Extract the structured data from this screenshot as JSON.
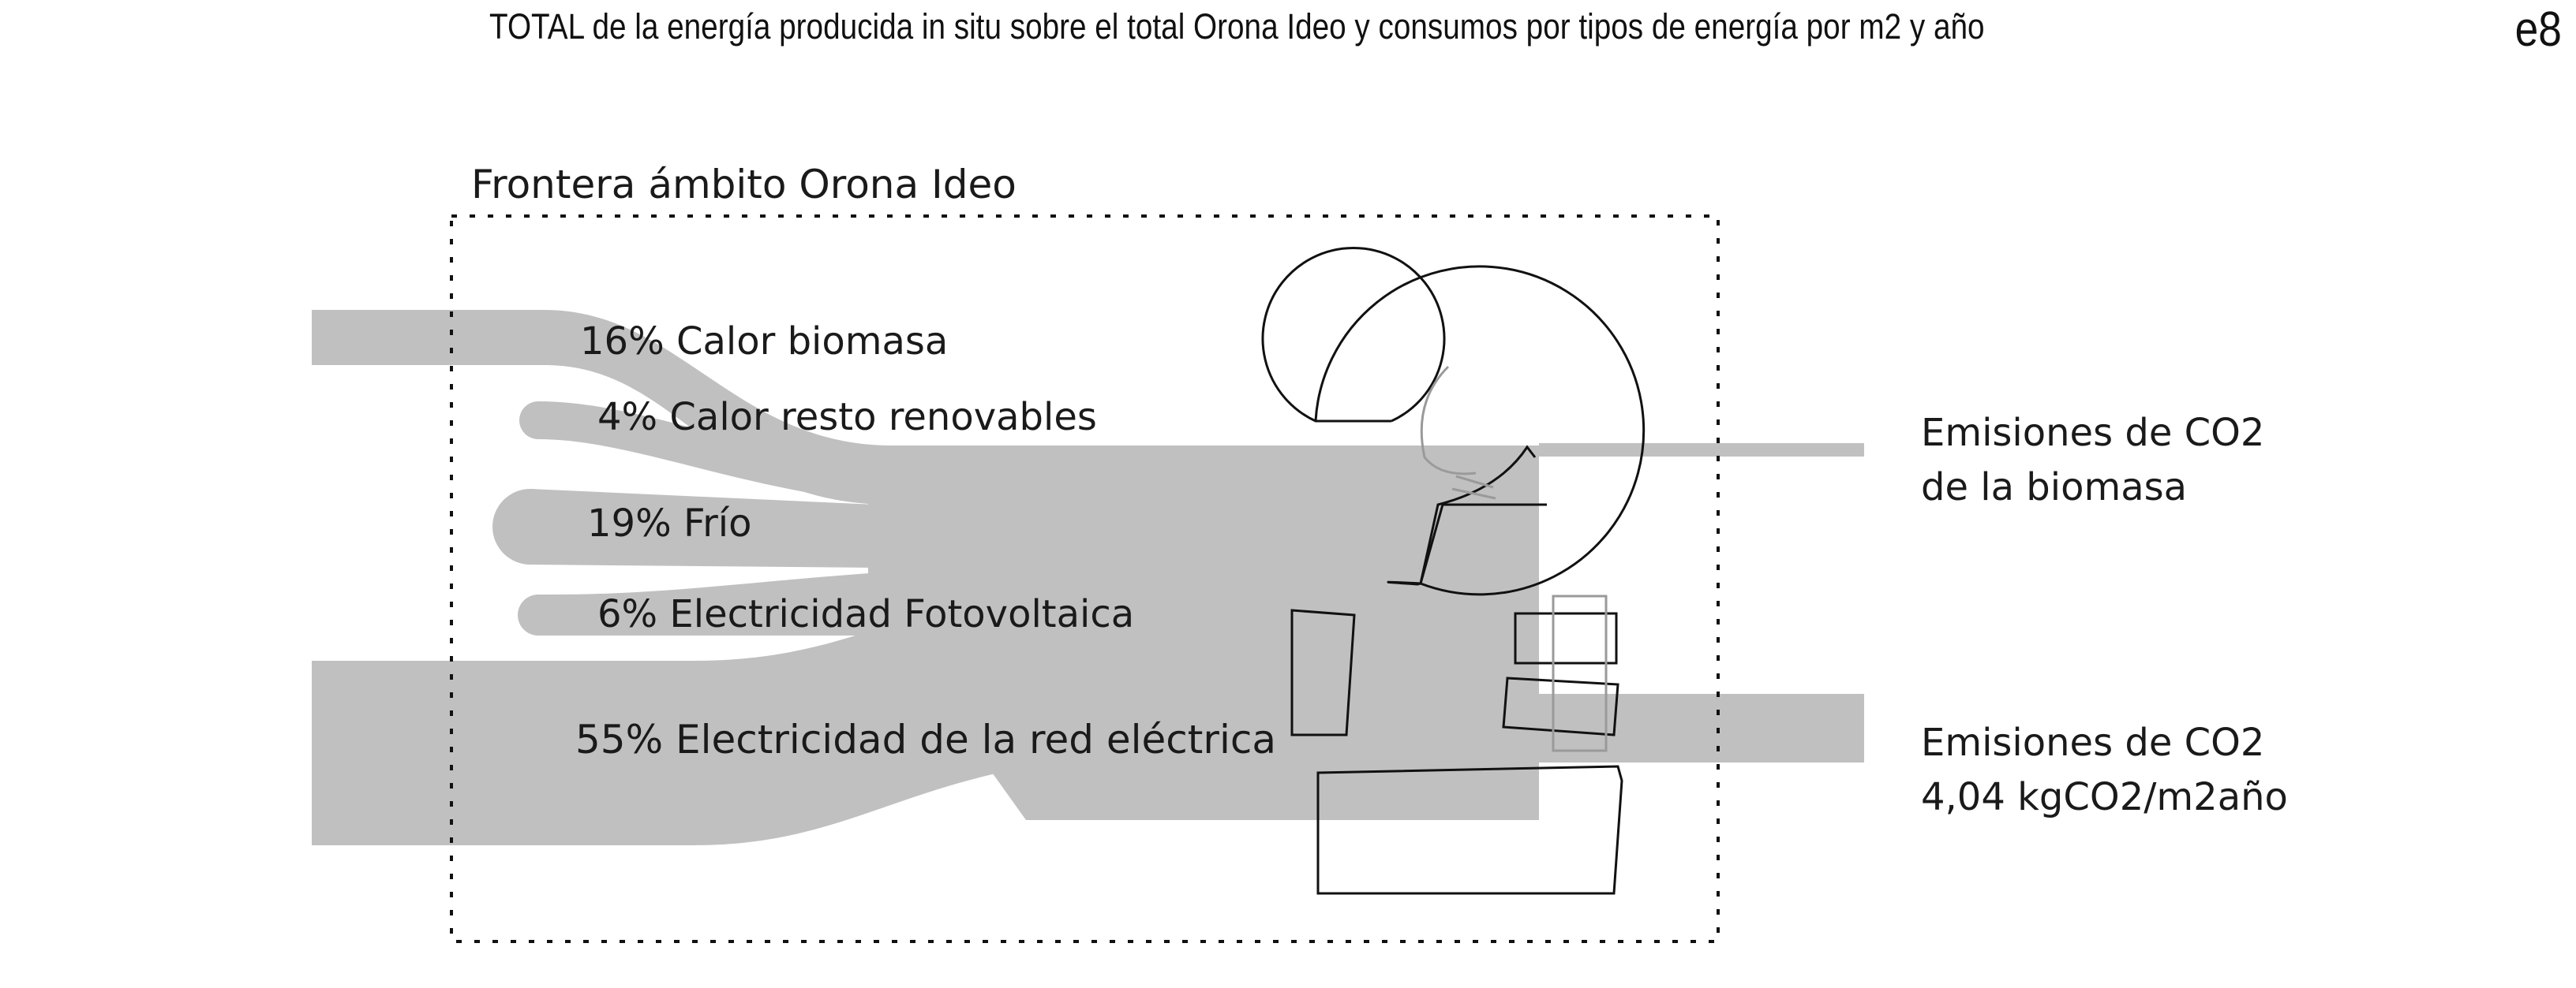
{
  "header": {
    "title": "TOTAL de la energía producida in situ sobre el total Orona Ideo y consumos por tipos de energía por m2 y año",
    "page_number": "e8"
  },
  "diagram": {
    "boundary_label": "Frontera ámbito Orona Ideo",
    "inputs": [
      {
        "percent": 16,
        "label": "16% Calor biomasa"
      },
      {
        "percent": 4,
        "label": "4% Calor resto renovables"
      },
      {
        "percent": 19,
        "label": "19% Frío"
      },
      {
        "percent": 6,
        "label": "6% Electricidad Fotovoltaica"
      },
      {
        "percent": 55,
        "label": "55% Electricidad de la red eléctrica"
      }
    ],
    "outputs": {
      "biomass_emissions": {
        "line1": "Emisiones de CO2",
        "line2": "de la biomasa"
      },
      "total_emissions": {
        "line1": "Emisiones de CO2",
        "line2": "4,04 kgCO2/m2año"
      }
    },
    "colors": {
      "flow": "#c0c0c0",
      "outline": "#111111",
      "light_outline": "#9a9a9a"
    }
  }
}
